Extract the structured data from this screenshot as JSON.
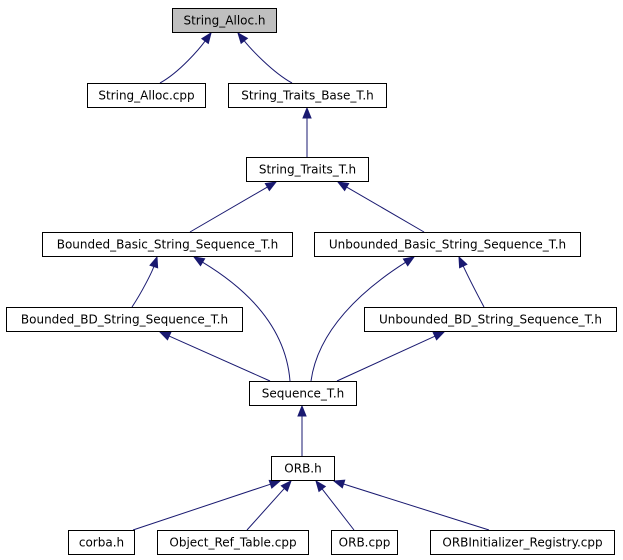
{
  "graph": {
    "nodes": [
      {
        "id": "string_alloc_h",
        "label": "String_Alloc.h",
        "highlight": true
      },
      {
        "id": "string_alloc_cpp",
        "label": "String_Alloc.cpp"
      },
      {
        "id": "string_traits_base_t_h",
        "label": "String_Traits_Base_T.h"
      },
      {
        "id": "string_traits_t_h",
        "label": "String_Traits_T.h"
      },
      {
        "id": "bounded_basic_string_sequence_t_h",
        "label": "Bounded_Basic_String_Sequence_T.h"
      },
      {
        "id": "unbounded_basic_string_sequence_t_h",
        "label": "Unbounded_Basic_String_Sequence_T.h"
      },
      {
        "id": "bounded_bd_string_sequence_t_h",
        "label": "Bounded_BD_String_Sequence_T.h"
      },
      {
        "id": "unbounded_bd_string_sequence_t_h",
        "label": "Unbounded_BD_String_Sequence_T.h"
      },
      {
        "id": "sequence_t_h",
        "label": "Sequence_T.h"
      },
      {
        "id": "orb_h",
        "label": "ORB.h"
      },
      {
        "id": "corba_h",
        "label": "corba.h"
      },
      {
        "id": "object_ref_table_cpp",
        "label": "Object_Ref_Table.cpp"
      },
      {
        "id": "orb_cpp",
        "label": "ORB.cpp"
      },
      {
        "id": "orbinitializer_registry_cpp",
        "label": "ORBInitializer_Registry.cpp"
      }
    ],
    "edges": [
      {
        "from": "string_alloc_cpp",
        "to": "string_alloc_h"
      },
      {
        "from": "string_traits_base_t_h",
        "to": "string_alloc_h"
      },
      {
        "from": "string_traits_t_h",
        "to": "string_traits_base_t_h"
      },
      {
        "from": "bounded_basic_string_sequence_t_h",
        "to": "string_traits_t_h"
      },
      {
        "from": "unbounded_basic_string_sequence_t_h",
        "to": "string_traits_t_h"
      },
      {
        "from": "bounded_bd_string_sequence_t_h",
        "to": "bounded_basic_string_sequence_t_h"
      },
      {
        "from": "sequence_t_h",
        "to": "bounded_basic_string_sequence_t_h"
      },
      {
        "from": "unbounded_bd_string_sequence_t_h",
        "to": "unbounded_basic_string_sequence_t_h"
      },
      {
        "from": "sequence_t_h",
        "to": "unbounded_basic_string_sequence_t_h"
      },
      {
        "from": "sequence_t_h",
        "to": "bounded_bd_string_sequence_t_h"
      },
      {
        "from": "sequence_t_h",
        "to": "unbounded_bd_string_sequence_t_h"
      },
      {
        "from": "orb_h",
        "to": "sequence_t_h"
      },
      {
        "from": "corba_h",
        "to": "orb_h"
      },
      {
        "from": "object_ref_table_cpp",
        "to": "orb_h"
      },
      {
        "from": "orb_cpp",
        "to": "orb_h"
      },
      {
        "from": "orbinitializer_registry_cpp",
        "to": "orb_h"
      }
    ],
    "colors": {
      "edge": "#191970",
      "node_border": "#000000",
      "node_fill": "#ffffff",
      "highlight_fill": "#bfbfbf"
    }
  }
}
